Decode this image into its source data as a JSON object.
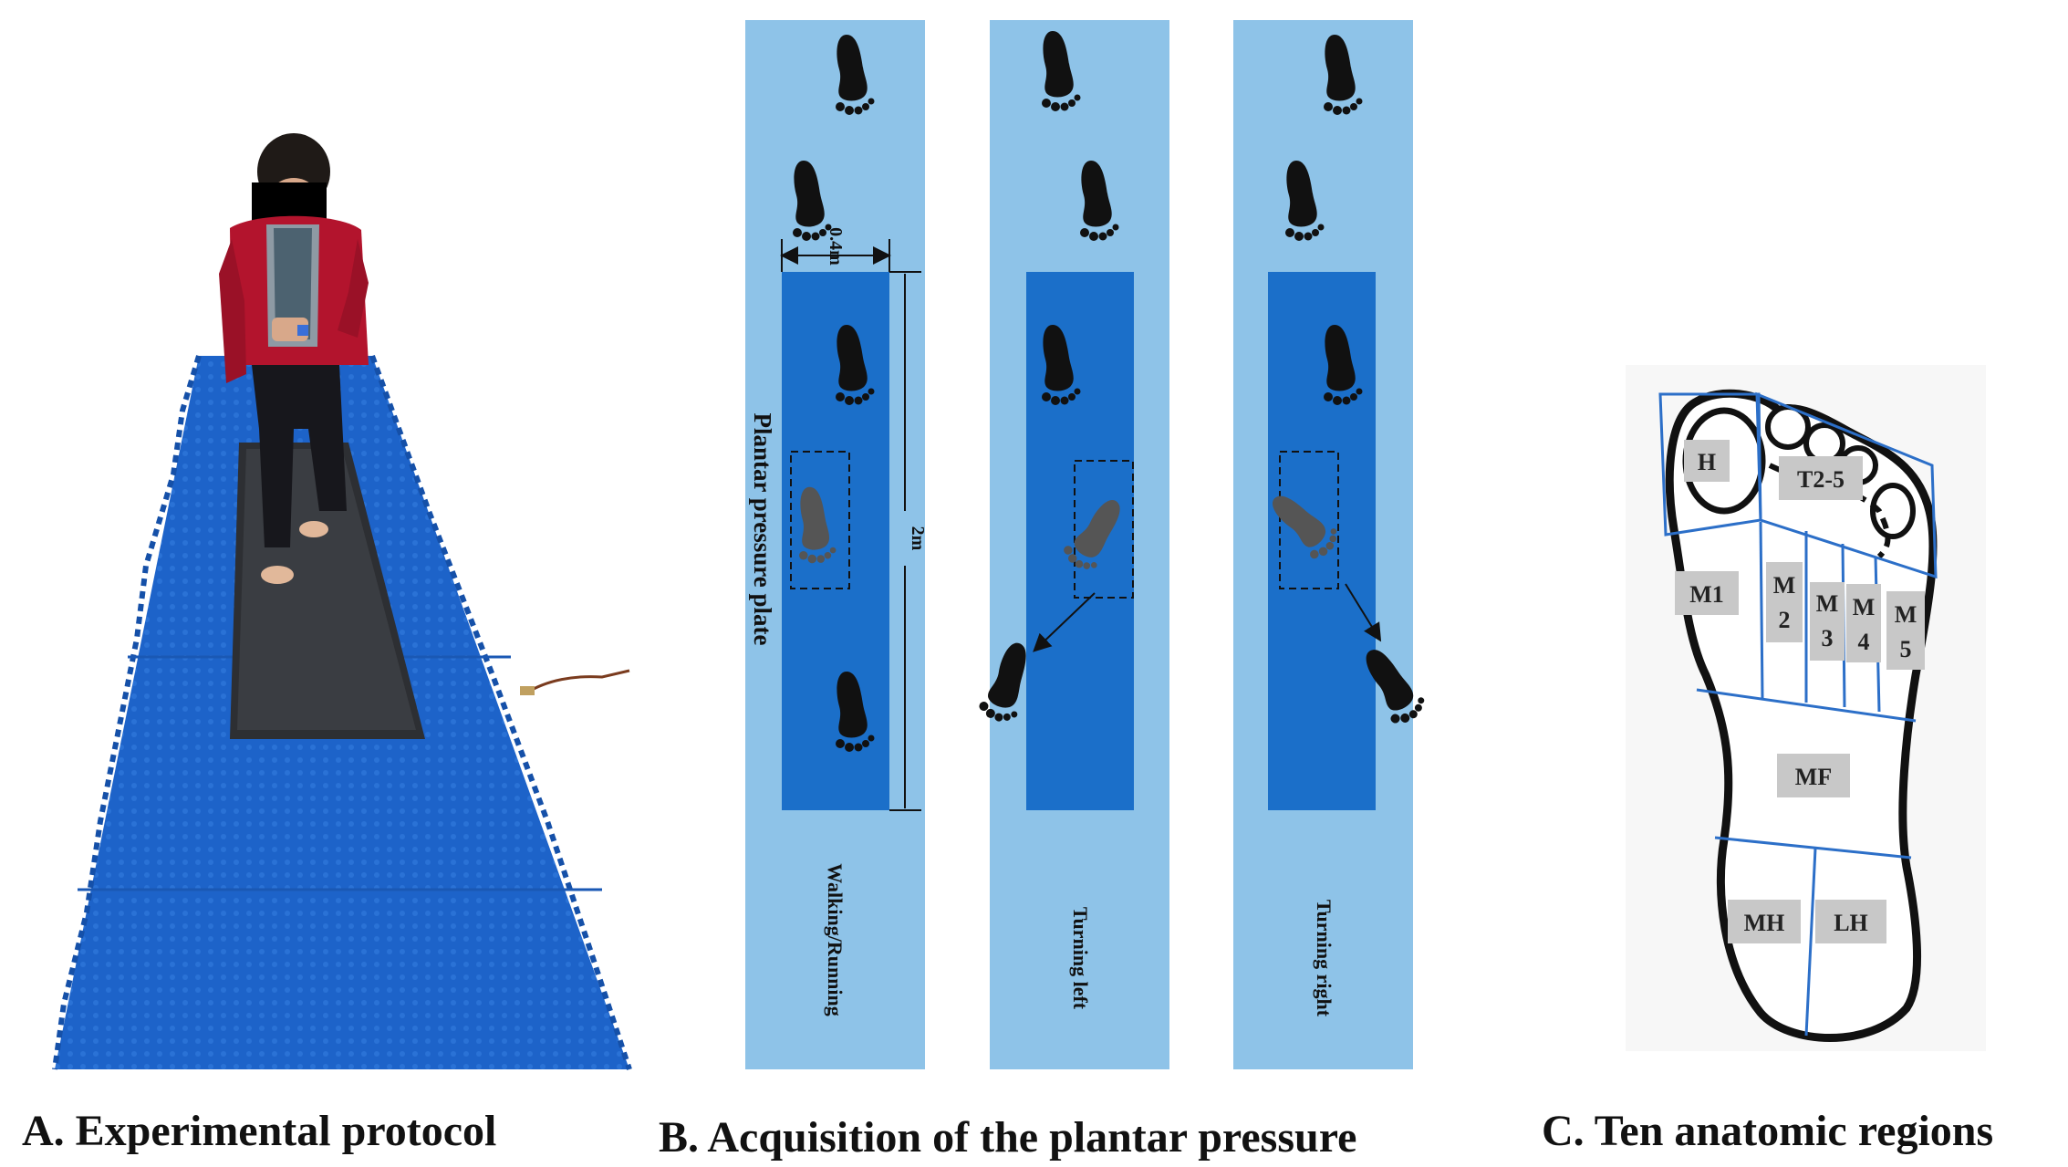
{
  "panels": {
    "a": {
      "caption": "A. Experimental protocol"
    },
    "b": {
      "caption": "B. Acquisition of the plantar pressure",
      "plate_label": "Plantar pressure plate",
      "width_label": "0.4m",
      "length_label": "2m",
      "lanes": [
        "Walking/Running",
        "Turning left",
        "Turning right"
      ]
    },
    "c": {
      "caption": "C. Ten anatomic regions",
      "regions": [
        "H",
        "T2-5",
        "M1",
        "M",
        "2",
        "M",
        "3",
        "M",
        "4",
        "M",
        "5",
        "MF",
        "MH",
        "LH"
      ]
    }
  },
  "colors": {
    "lane_light": "#8ec3e8",
    "plate_dark": "#1b6fc9",
    "mat_blue": "#1d63c9",
    "region_line": "#2c6fc8",
    "label_box": "#c8c8c8"
  }
}
